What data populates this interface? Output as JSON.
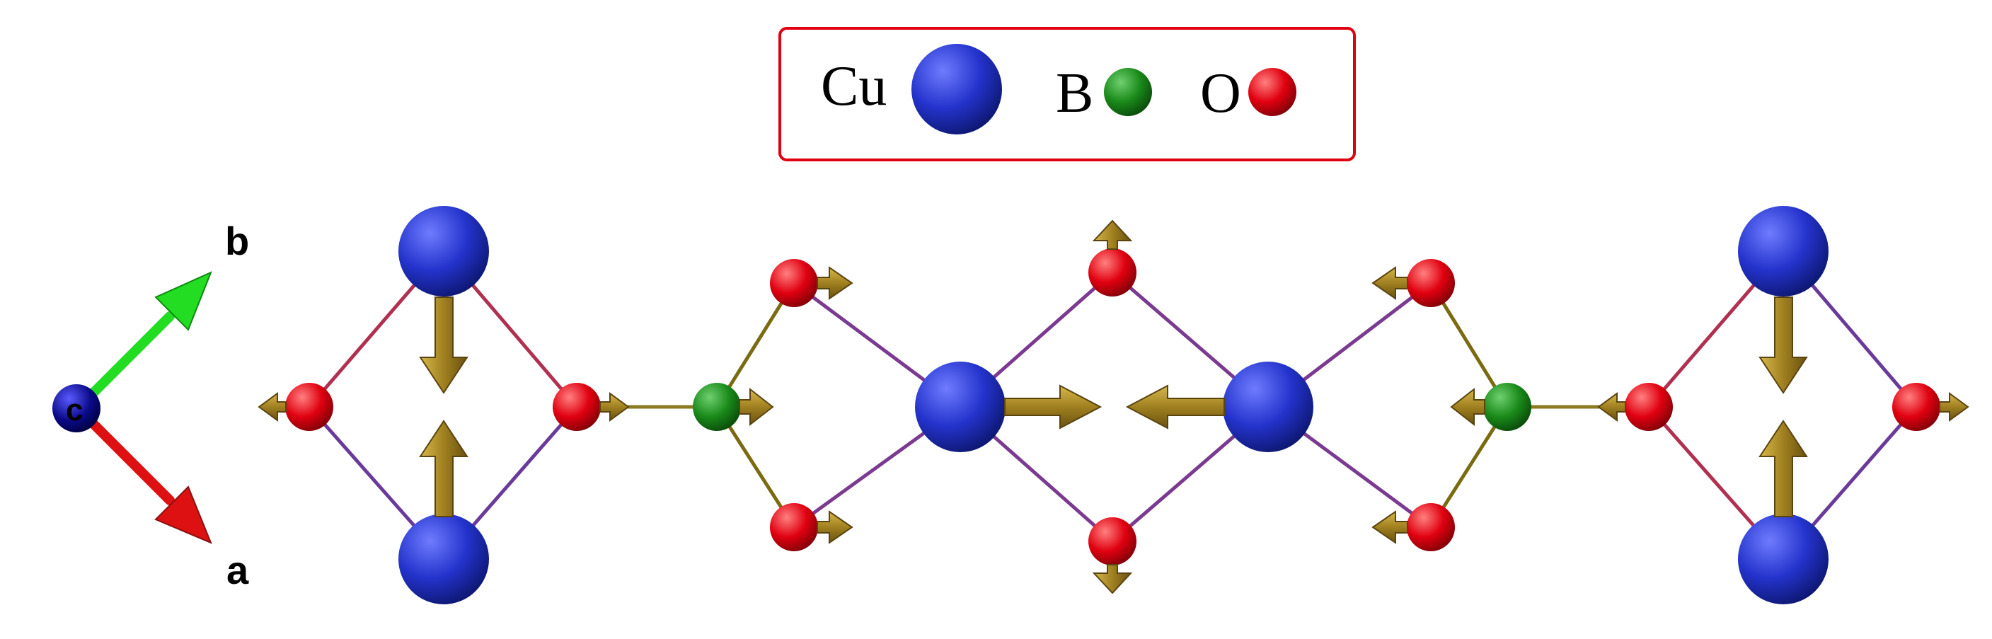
{
  "legend": {
    "items": [
      {
        "symbol": "Cu",
        "color": "#2233cc",
        "size": "large"
      },
      {
        "symbol": "B",
        "color": "#1a8a1a",
        "size": "small"
      },
      {
        "symbol": "O",
        "color": "#e00010",
        "size": "small"
      }
    ],
    "border_color": "#e00010"
  },
  "axes": {
    "origin_label": "c",
    "b_label": "b",
    "a_label": "a",
    "b_color": "#22dd22",
    "a_color": "#dd1111",
    "origin_color": "#0a0a88"
  },
  "colors": {
    "cu": "#2233cc",
    "b": "#1a8a1a",
    "o": "#e00010",
    "spin_arrow": "#a08020",
    "bond_cu_o": "#8a2a6a",
    "bond_b_o": "#6a6a10"
  }
}
